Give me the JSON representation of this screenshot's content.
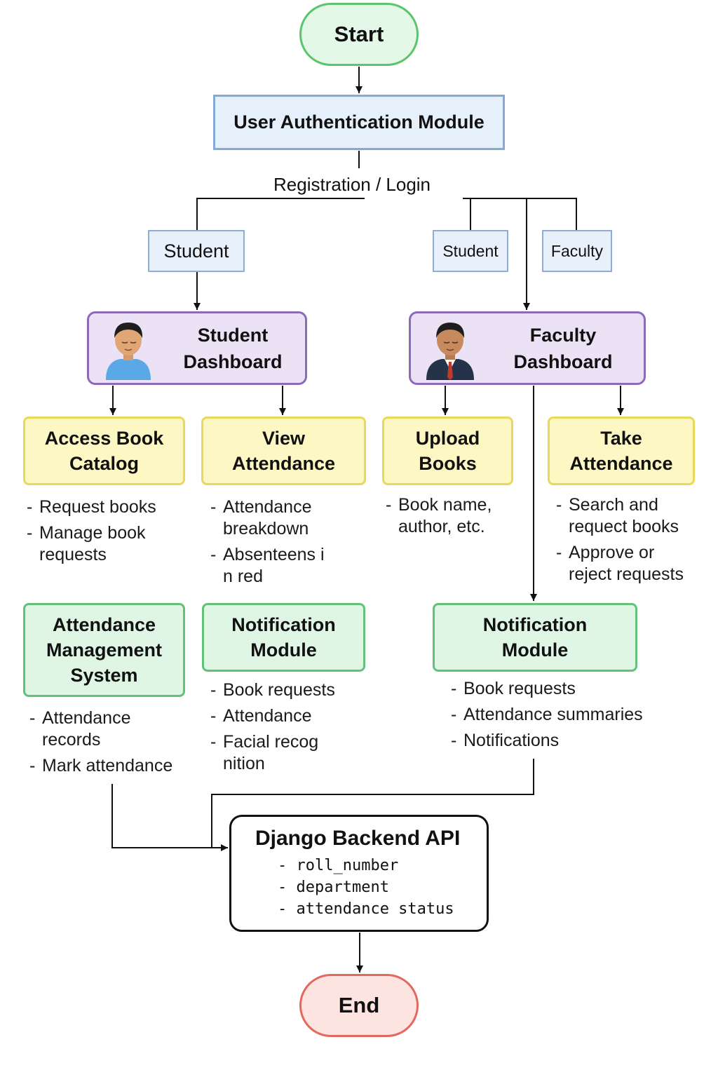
{
  "start": "Start",
  "end": "End",
  "auth_module": "User Authentication Module",
  "auth_edge_label": "Registration / Login",
  "roles": {
    "student_left": "Student",
    "student_right": "Student",
    "faculty": "Faculty"
  },
  "student_dashboard": {
    "line1": "Student",
    "line2": "Dashboard"
  },
  "faculty_dashboard": {
    "line1": "Faculty",
    "line2": "Dashboard"
  },
  "features": {
    "access_book_catalog": {
      "line1": "Access Book",
      "line2": "Catalog",
      "notes": [
        "Request books",
        "Manage book\nrequests"
      ]
    },
    "view_attendance": {
      "line1": "View",
      "line2": "Attendance",
      "notes": [
        "Attendance\nbreakdown",
        "Absenteens i\nn red"
      ]
    },
    "upload_books": {
      "line1": "Upload",
      "line2": "Books",
      "notes": [
        "Book name,\nauthor, etc."
      ]
    },
    "take_attendance": {
      "line1": "Take",
      "line2": "Attendance",
      "notes": [
        "Search and\nrequect books",
        "Approve or\nreject requests"
      ]
    }
  },
  "modules": {
    "attendance_management": {
      "line1": "Attendance",
      "line2": "Management",
      "line3": "System",
      "notes": [
        "Attendance\nrecords",
        "Mark attendance"
      ]
    },
    "notification_left": {
      "line1": "Notification",
      "line2": "Module",
      "notes": [
        "Book requests",
        "Attendance",
        "Facial recog\nnition"
      ]
    },
    "notification_right": {
      "line1": "Notification",
      "line2": "Module",
      "notes": [
        "Book requests",
        "Attendance summaries",
        "Notifications"
      ]
    }
  },
  "backend": {
    "title": "Django Backend API",
    "fields": [
      "- roll_number",
      "- department",
      "- attendance status"
    ]
  },
  "colors": {
    "terminal_start": "#5cc46d",
    "terminal_end": "#e3685d",
    "dashboard": "#8c6ab8",
    "feature": "#e8d85c",
    "module": "#65c079",
    "auth": "#86a9d6"
  },
  "icons": [
    "student-avatar-icon",
    "faculty-avatar-icon"
  ]
}
